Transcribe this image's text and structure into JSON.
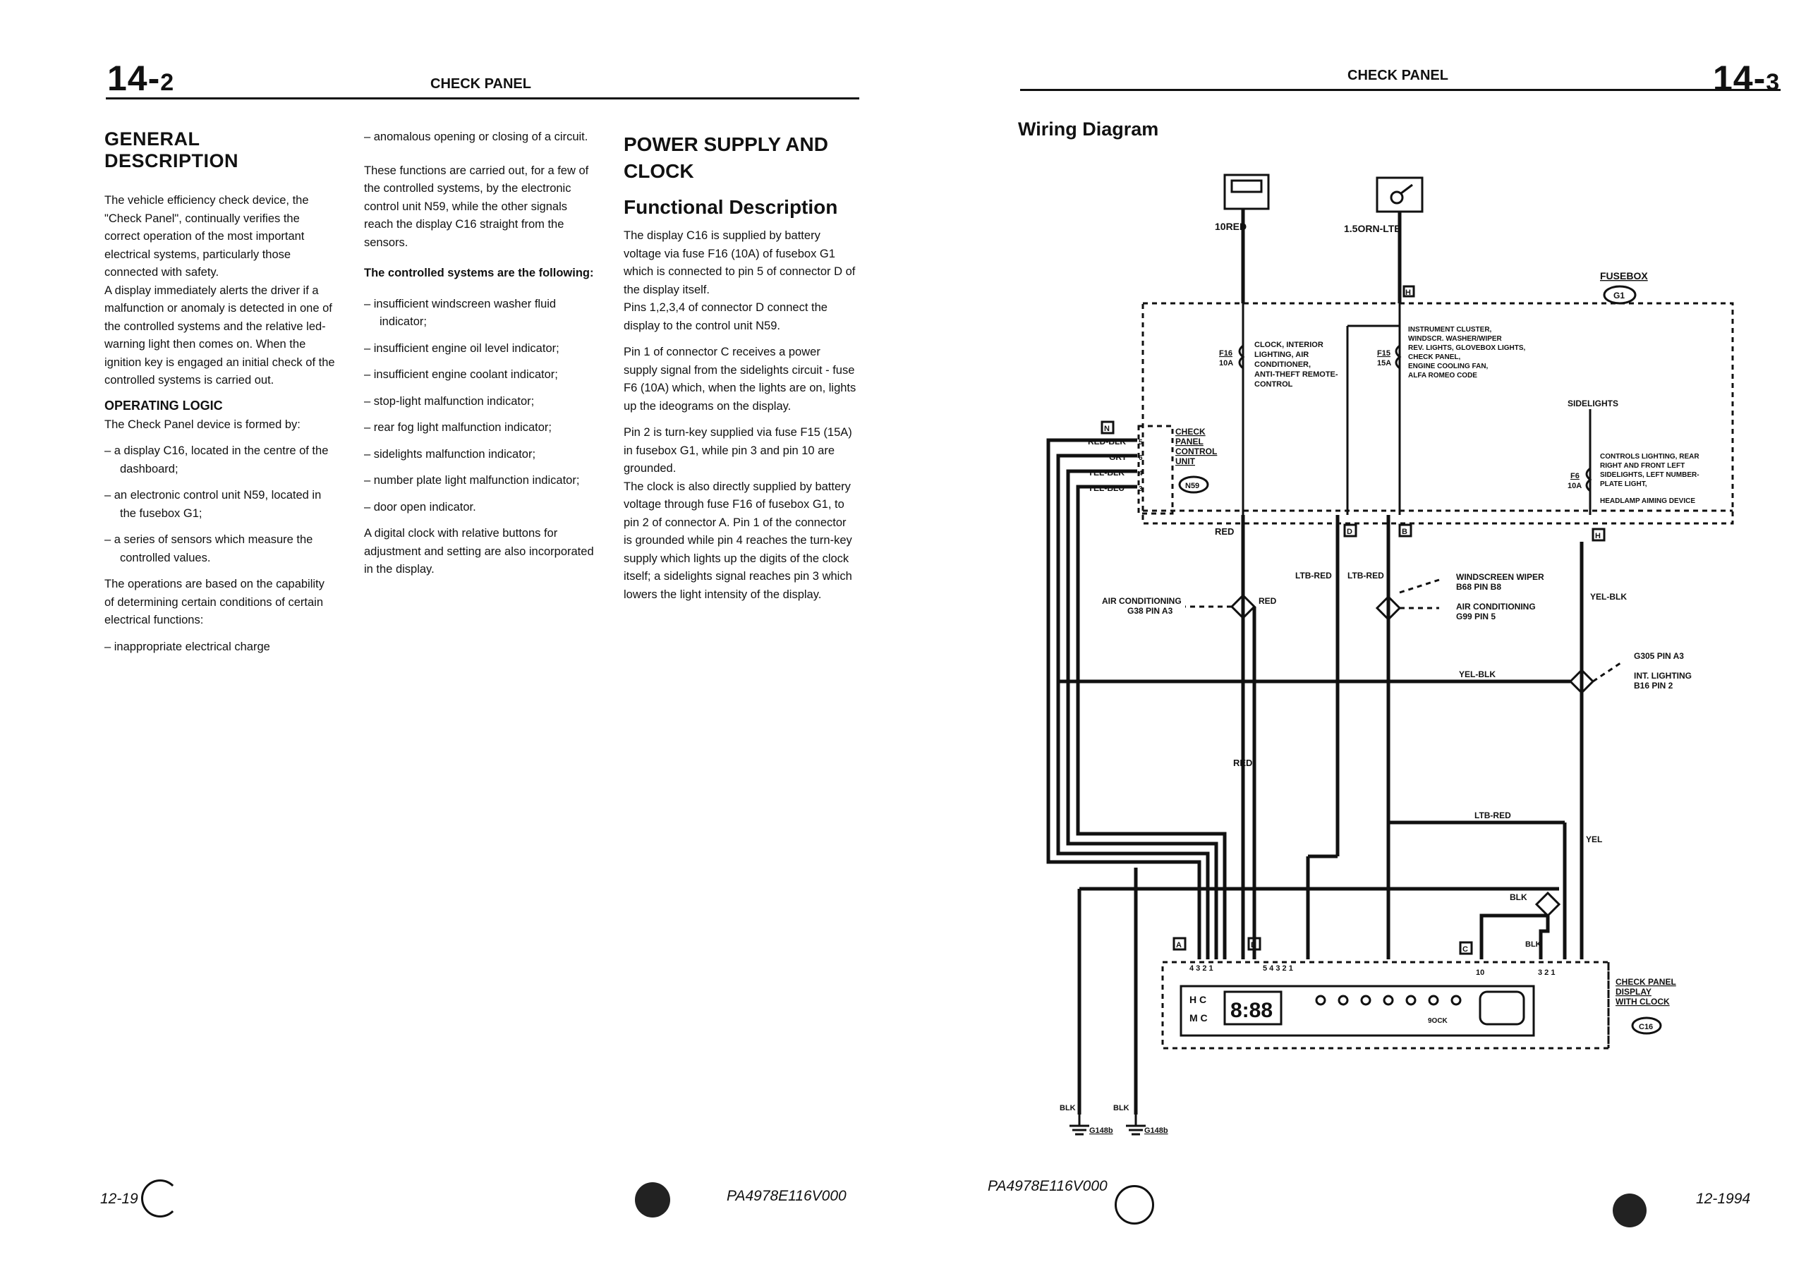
{
  "left_page": {
    "page_number_main": "14-",
    "page_number_sub": "2",
    "running_title": "CHECK PANEL",
    "col1": {
      "heading": "GENERAL DESCRIPTION",
      "p1": "The vehicle efficiency check device, the \"Check Panel\", continually verifies the correct operation of the most important electrical systems, particularly those connected with safety.",
      "p2": "A display immediately alerts the driver if a malfunction or anomaly is detected in one of the controlled systems and the relative led-warning light then comes on. When the ignition key is engaged an initial check of the controlled systems is carried out.",
      "subheading": "OPERATING LOGIC",
      "p3": "The Check Panel device is formed by:",
      "items": [
        "– a display C16, located in the centre of the dashboard;",
        "– an electronic control unit N59, located in the fusebox G1;",
        "– a series of sensors which measure the controlled values."
      ],
      "p4": "The operations are based on the capability of determining certain conditions of certain electrical functions:",
      "item_last": "– inappropriate electrical charge"
    },
    "col2": {
      "item_first": "– anomalous opening or closing of a circuit.",
      "p1": "These functions are carried out, for a few of the controlled systems, by the electronic control unit N59, while the other signals reach the display C16 straight from the sensors.",
      "p2": "The controlled systems are the following:",
      "items": [
        "– insufficient windscreen washer fluid indicator;",
        "– insufficient engine oil level indicator;",
        "– insufficient engine coolant indicator;",
        "– stop-light malfunction indicator;",
        "– rear fog light malfunction indicator;",
        "– sidelights malfunction indicator;",
        "– number plate light malfunction indicator;",
        "– door open indicator."
      ],
      "p3": "A digital clock with relative buttons for adjustment and setting are also incorporated in the display."
    },
    "col3": {
      "heading": "POWER SUPPLY AND CLOCK",
      "subheading": "Functional Description",
      "p1": "The display C16 is supplied by battery voltage via fuse F16 (10A) of fusebox G1 which is connected to pin 5 of connector D of the display itself.",
      "p2": "Pins 1,2,3,4 of connector D connect the display to the control unit N59.",
      "p3": "Pin 1 of connector C receives a power supply signal from the sidelights circuit - fuse F6 (10A) which, when the lights are on, lights up the ideograms on the display.",
      "p4": "Pin 2 is turn-key supplied via fuse F15 (15A) in fusebox G1, while pin 3 and pin 10 are grounded.",
      "p5": "The clock is also directly supplied by battery voltage through fuse F16 of fusebox G1, to pin 2 of connector A. Pin 1 of the connector is grounded while pin 4 reaches the turn-key supply which lights up the digits of the clock itself; a sidelights signal reaches pin 3 which lowers the light intensity of the display."
    },
    "footer_left": "12-19",
    "footer_code": "PA4978E116V000"
  },
  "right_page": {
    "running_title": "CHECK PANEL",
    "page_number_main": "14-",
    "page_number_sub": "3",
    "diagram_title": "Wiring Diagram",
    "footer_code": "PA4978E116V000",
    "footer_date": "12-1994"
  },
  "wiring": {
    "feed_left": "10RED",
    "feed_right": "1.5ORN-LTB",
    "fusebox_label": "FUSEBOX",
    "fusebox_id": "G1",
    "fuse_f16": "F16",
    "fuse_f16_amp": "10A",
    "fuse_f16_desc": [
      "CLOCK, INTERIOR",
      "LIGHTING, AIR",
      "CONDITIONER,",
      "ANTI-THEFT REMOTE-",
      "CONTROL"
    ],
    "fuse_f15": "F15",
    "fuse_f15_amp": "15A",
    "fuse_f15_desc": [
      "INSTRUMENT CLUSTER,",
      "WINDSCR. WASHER/WIPER",
      "REV. LIGHTS, GLOVEBOX LIGHTS,",
      "CHECK PANEL,",
      "ENGINE COOLING FAN,",
      "ALFA ROMEO CODE"
    ],
    "sidelights_label": "SIDELIGHTS",
    "fuse_f6": "F6",
    "fuse_f6_amp": "10A",
    "fuse_f6_desc": [
      "CONTROLS LIGHTING, REAR",
      "RIGHT AND FRONT LEFT",
      "SIDELIGHTS, LEFT NUMBER-",
      "PLATE LIGHT,",
      "HEADLAMP AIMING DEVICE"
    ],
    "ecu_label": [
      "CHECK",
      "PANEL",
      "CONTROL",
      "UNIT"
    ],
    "ecu_id": "N59",
    "wire_colors": [
      "RED-BLK",
      "GRY",
      "YEL-BLK",
      "YEL-BLU"
    ],
    "pin_numbers": [
      "5",
      "6",
      "4",
      "2",
      "3"
    ],
    "connector_n": "N",
    "connector_h": "H",
    "connector_d": "D",
    "connector_b": "B",
    "connector_a": "A",
    "connector_c": "C",
    "red": "RED",
    "ltb_red": "LTB-RED",
    "yel_blk": "YEL-BLK",
    "yel": "YEL",
    "blk": "BLK",
    "ac_left": [
      "AIR CONDITIONING",
      "G38 PIN A3"
    ],
    "ac_right": [
      "AIR CONDITIONING",
      "G99 PIN 5"
    ],
    "wiper": [
      "WINDSCREEN WIPER",
      "B68 PIN B8"
    ],
    "g305": "G305 PIN A3",
    "int_light": [
      "INT. LIGHTING",
      "B16 PIN 2"
    ],
    "display_label": [
      "CHECK PANEL",
      "DISPLAY",
      "WITH CLOCK"
    ],
    "display_id": "C16",
    "display_hc": "H C",
    "display_mc": "M C",
    "display_digits": "8:88",
    "display_button": "9OCK",
    "conn_a_pins": "4 3 2 1",
    "conn_d_pins": "5 4 3 2 1",
    "conn_c_pin10": "10",
    "conn_c_pins": "3 2 1",
    "ground_1": "G148b",
    "ground_2": "G148b"
  }
}
